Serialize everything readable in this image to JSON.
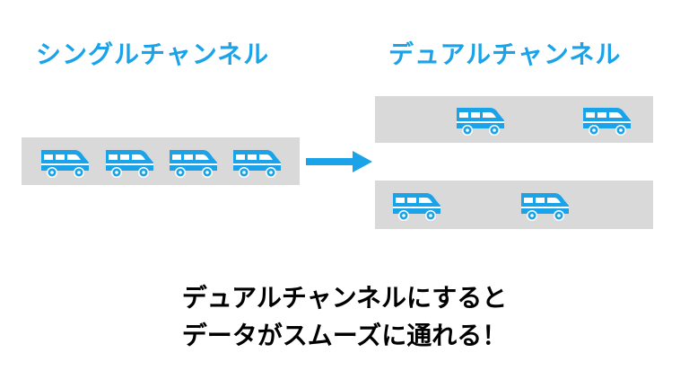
{
  "titles": {
    "single": "シングルチャンネル",
    "dual": "デュアルチャンネル"
  },
  "caption": {
    "line1": "デュアルチャンネルにすると",
    "line2": "データがスムーズに通れる！"
  },
  "icons": {
    "vehicle": "van-icon",
    "arrow": "right-arrow-icon"
  },
  "colors": {
    "accent": "#1aa3e8",
    "lane": "#d9d9d9",
    "text": "#000000"
  }
}
